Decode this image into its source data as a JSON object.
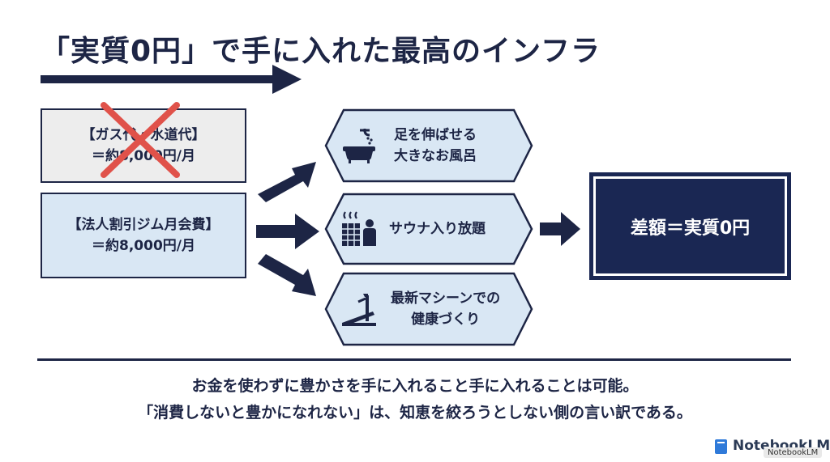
{
  "title": "「実質0円」で手に入れた最高のインフラ",
  "cost_boxes": {
    "gas": {
      "line1": "【ガス代・水道代】",
      "line2": "＝約8,000円/月"
    },
    "gym": {
      "line1": "【法人割引ジム月会費】",
      "line2": "＝約8,000円/月"
    }
  },
  "benefits": [
    {
      "icon": "bathtub-icon",
      "line1": "足を伸ばせる",
      "line2": "大きなお風呂"
    },
    {
      "icon": "sauna-icon",
      "line1": "サウナ入り放題",
      "line2": ""
    },
    {
      "icon": "treadmill-icon",
      "line1": "最新マシーンでの",
      "line2": "健康づくり"
    }
  ],
  "result": "差額＝実質0円",
  "footer": {
    "line1": "お金を使わずに豊かさを手に入れること手に入れることは可能。",
    "line2": "「消費しないと豊かになれない」は、知恵を絞ろうとしない側の言い訳である。"
  },
  "watermark": {
    "text": "NotebookLM",
    "badge": "NotebookLM"
  },
  "colors": {
    "navy": "#1d2545",
    "light_blue": "#d9e7f4",
    "gray": "#ededed",
    "cross_red": "#e0524a"
  }
}
